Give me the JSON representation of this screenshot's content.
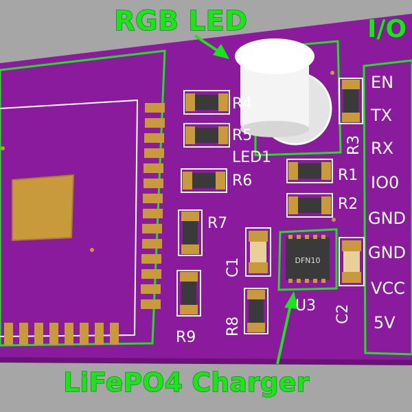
{
  "callouts": {
    "rgb_led": "RGB LED",
    "io": "I/O",
    "charger": "LiFePO4 Charger"
  },
  "pins": [
    "EN",
    "TX",
    "RX",
    "IO0",
    "GND",
    "GND",
    "VCC",
    "5V"
  ],
  "components": {
    "r2": "R2",
    "r1": "R1",
    "r3": "R3",
    "r4": "R4",
    "r5": "R5",
    "r6": "R6",
    "r7": "R7",
    "r8": "R8",
    "r9": "R9",
    "c1": "C1",
    "c2": "C2",
    "u3": "U3",
    "led1": "LED1",
    "chip_marking": "DFN10"
  },
  "colors": {
    "background": "#a6a6a6",
    "pcb": "#8a1b9c",
    "callout_green": "#19e619",
    "pad_gold": "#c89a3c",
    "silkscreen": "#ffffff"
  }
}
